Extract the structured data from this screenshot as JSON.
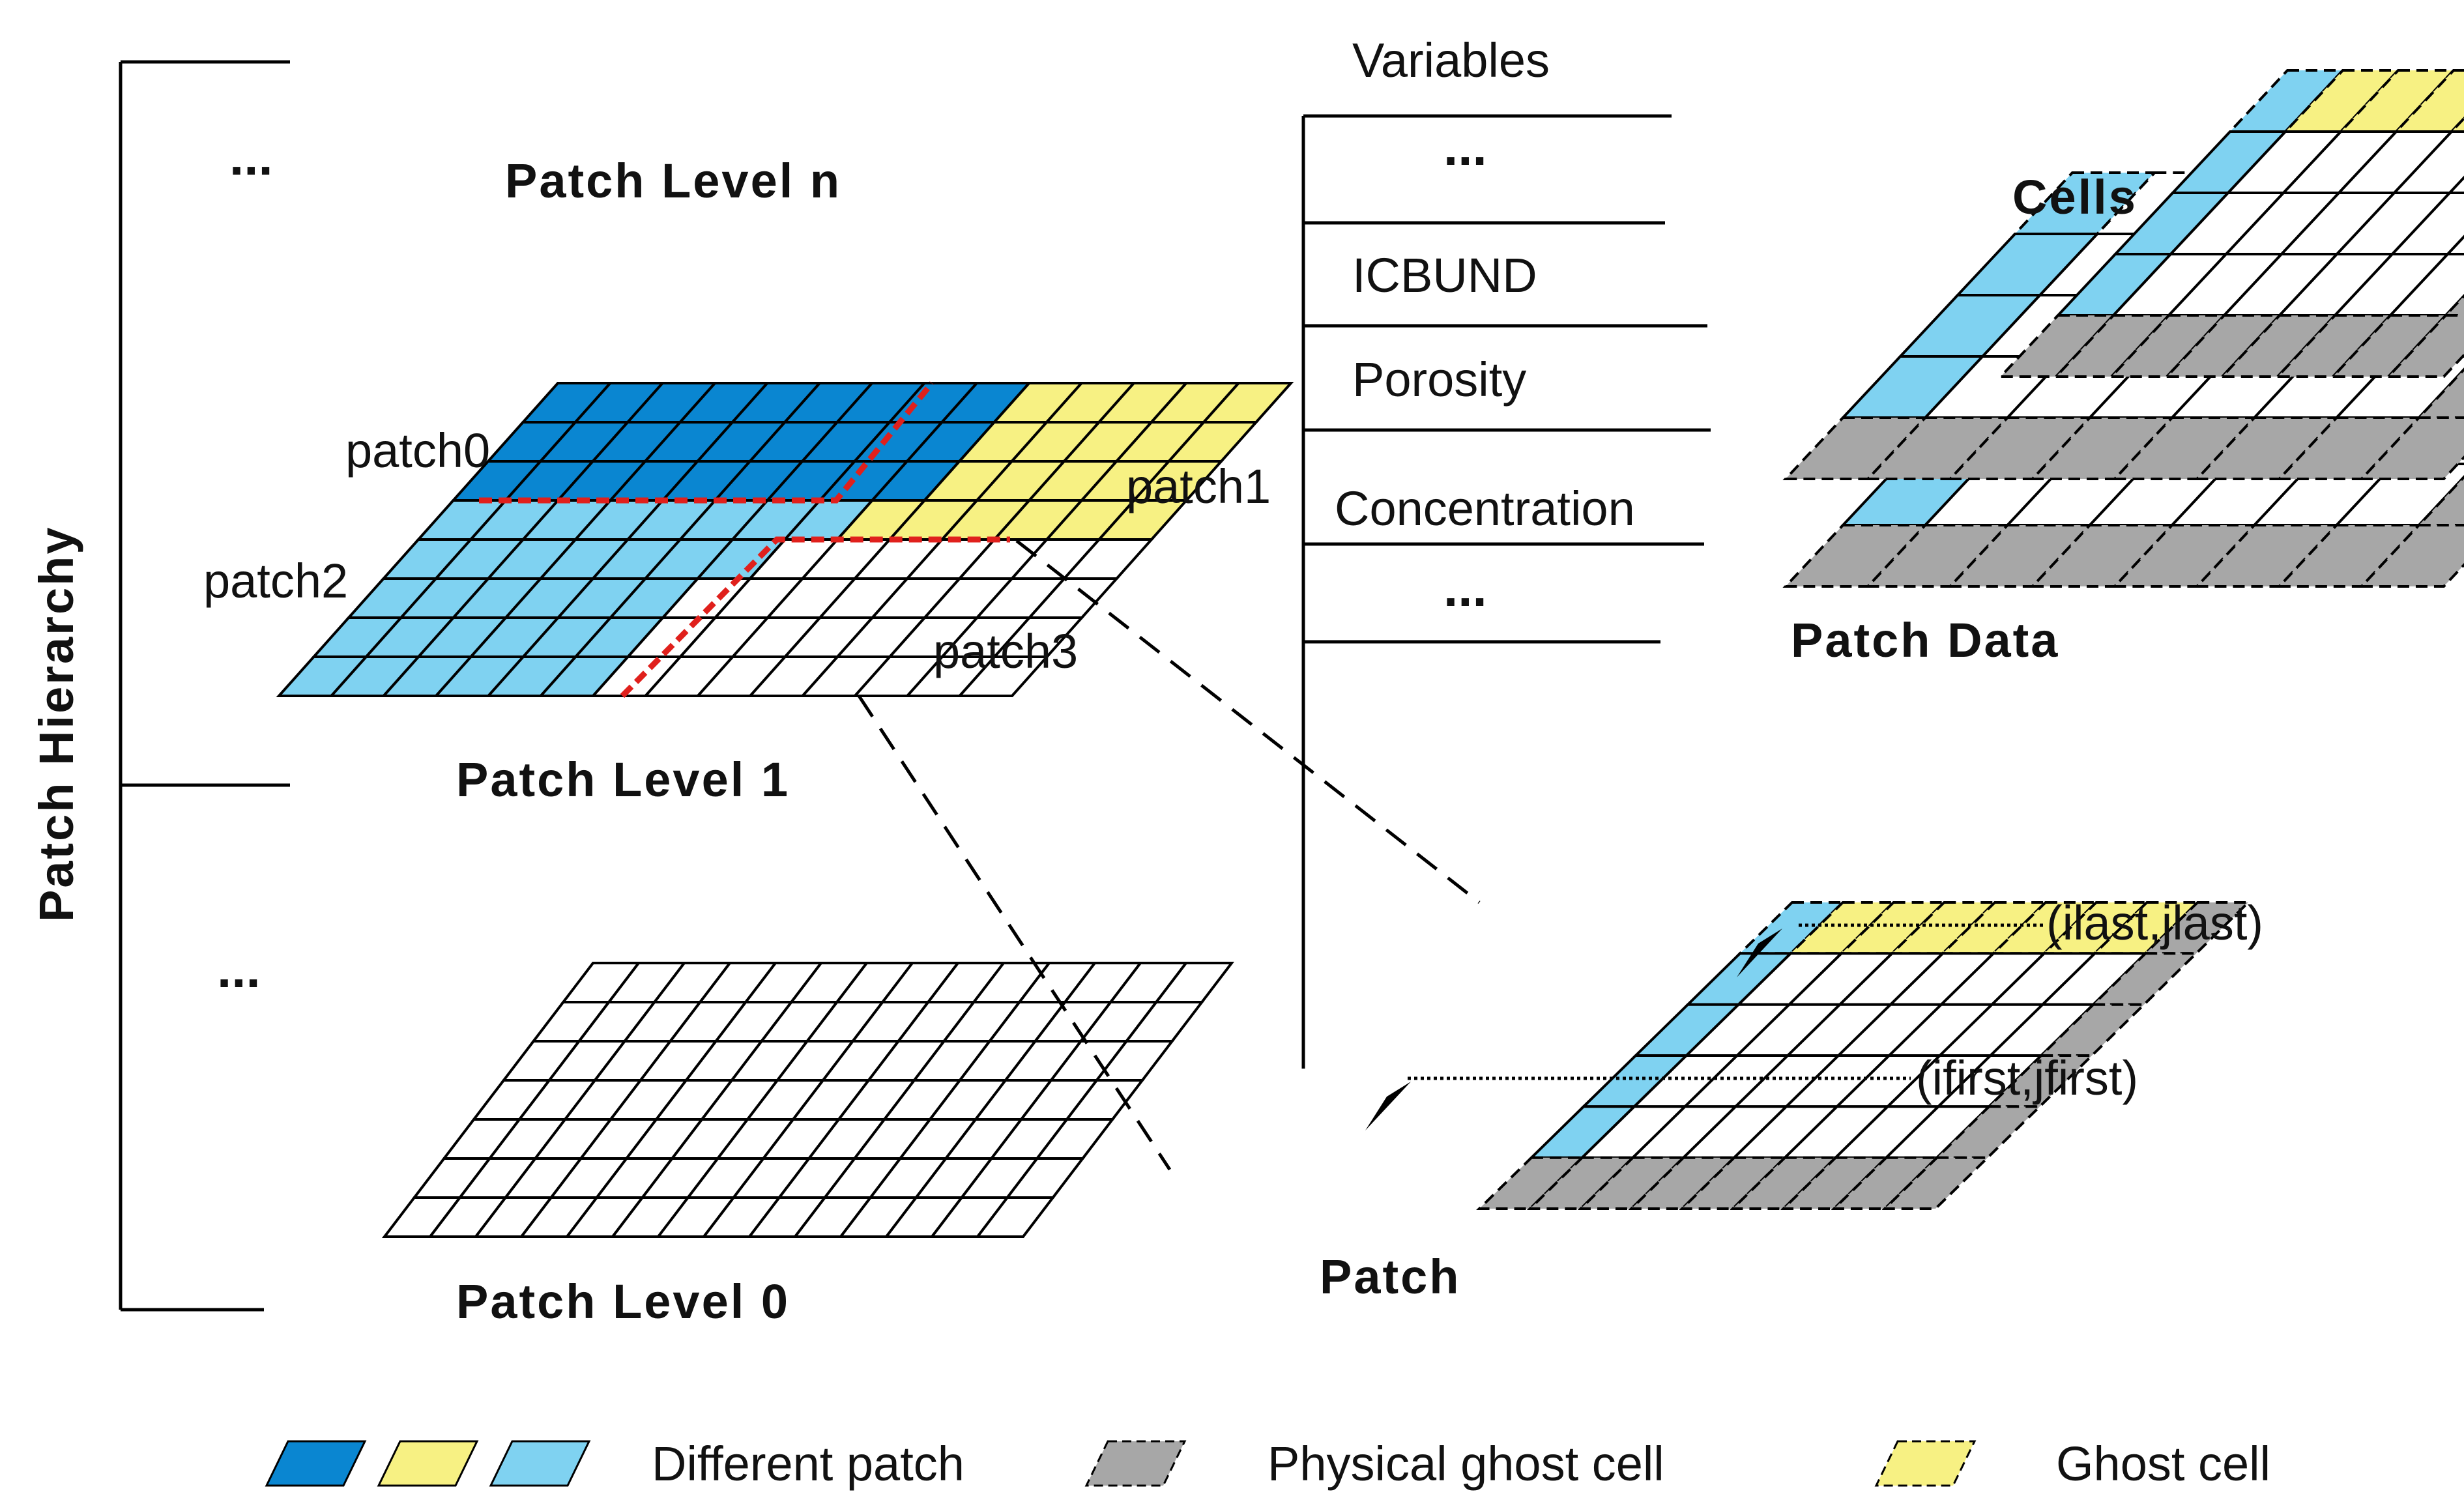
{
  "hierarchy": {
    "axis_label": "Patch Hierarchy",
    "ellipsis_top": "...",
    "ellipsis_mid": "...",
    "level_n": "Patch Level n",
    "level_1": "Patch Level 1",
    "level_0": "Patch Level 0"
  },
  "level1": {
    "patches": [
      "patch0",
      "patch1",
      "patch2",
      "patch3"
    ]
  },
  "variables": {
    "header": "Variables",
    "items": [
      "...",
      "ICBUND",
      "Porosity",
      "Concentration",
      "..."
    ]
  },
  "patch_data": {
    "title": "Patch Data",
    "cells_label": "Cells"
  },
  "patch": {
    "title": "Patch",
    "last_label": "(ilast,jlast)",
    "first_label": "(ifirst,jfirst)"
  },
  "legend": {
    "different_patch": "Different patch",
    "physical_ghost": "Physical ghost cell",
    "ghost": "Ghost cell"
  },
  "colors": {
    "patch0": "#0a86d1",
    "patch1": "#f7f183",
    "patch2": "#7fd2f1",
    "patch3": "#ffffff",
    "physical_ghost": "#a7a7a7",
    "ghost": "#f7f183",
    "boundary": "#e0201c"
  }
}
